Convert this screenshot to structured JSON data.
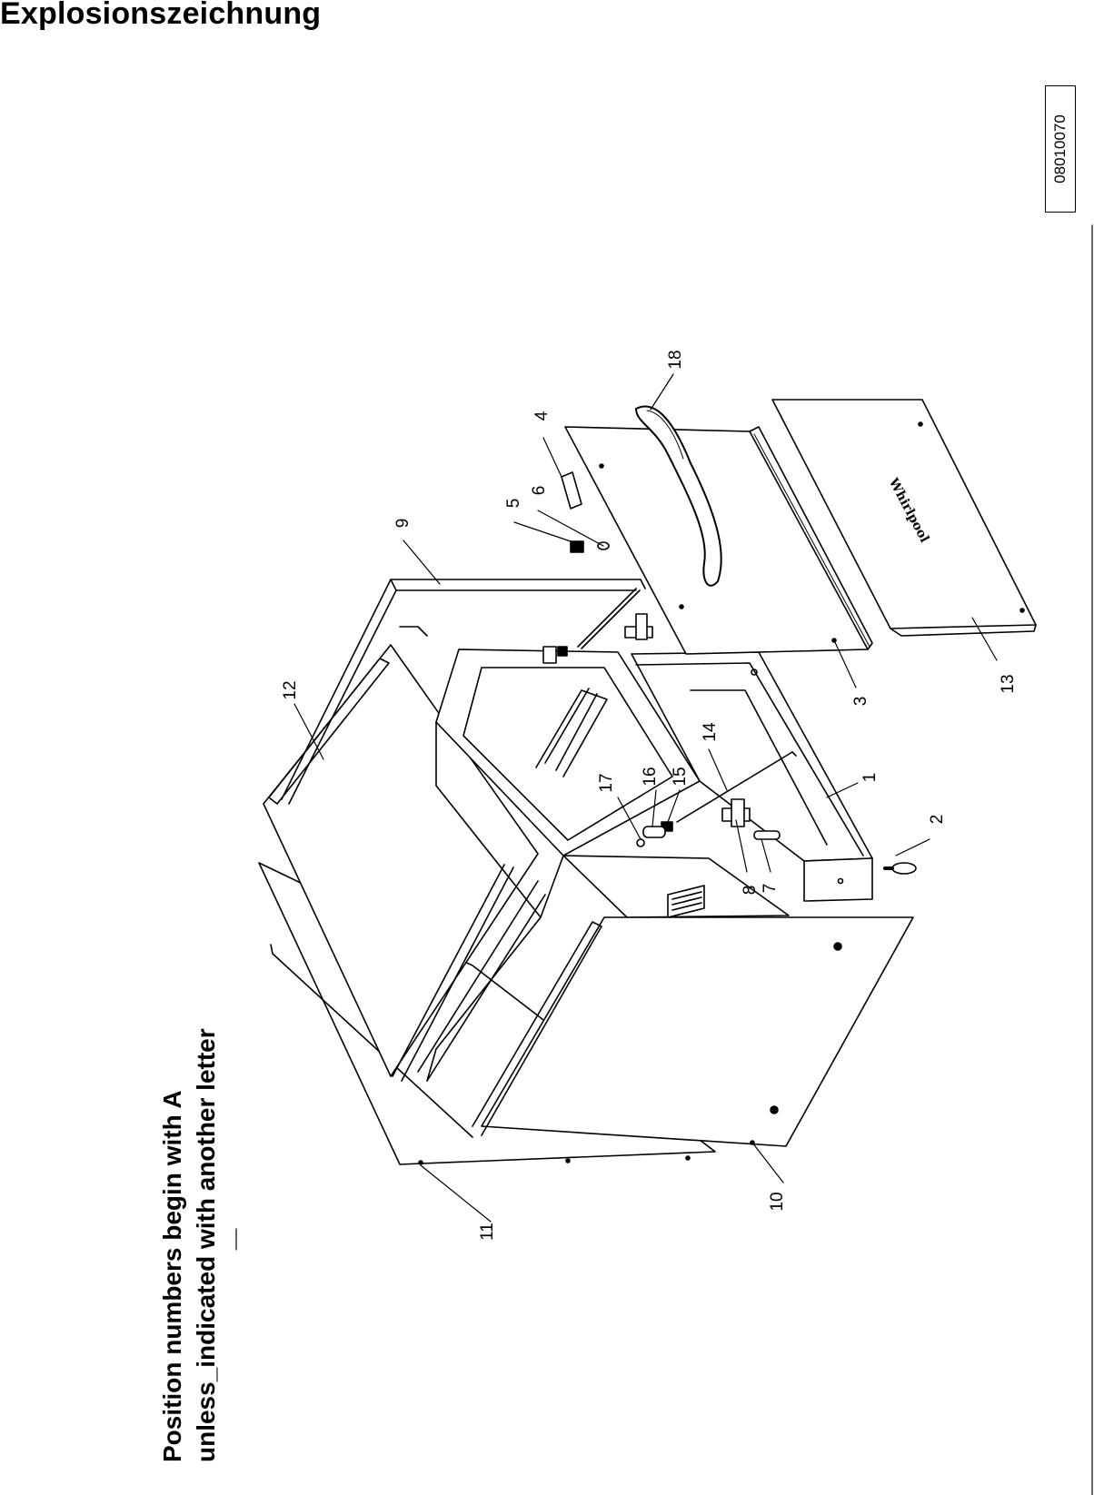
{
  "page": {
    "title": "Explosionszeichnung",
    "doc_number": "08010070",
    "note_line_1": "Position numbers begin with A",
    "note_line_2": "unless_indicated with another letter"
  },
  "drawing": {
    "brand_mark": "Whirlpool",
    "callouts": [
      "1",
      "2",
      "3",
      "4",
      "5",
      "6",
      "7",
      "8",
      "9",
      "10",
      "11",
      "12",
      "13",
      "14",
      "15",
      "16",
      "17",
      "18"
    ]
  }
}
